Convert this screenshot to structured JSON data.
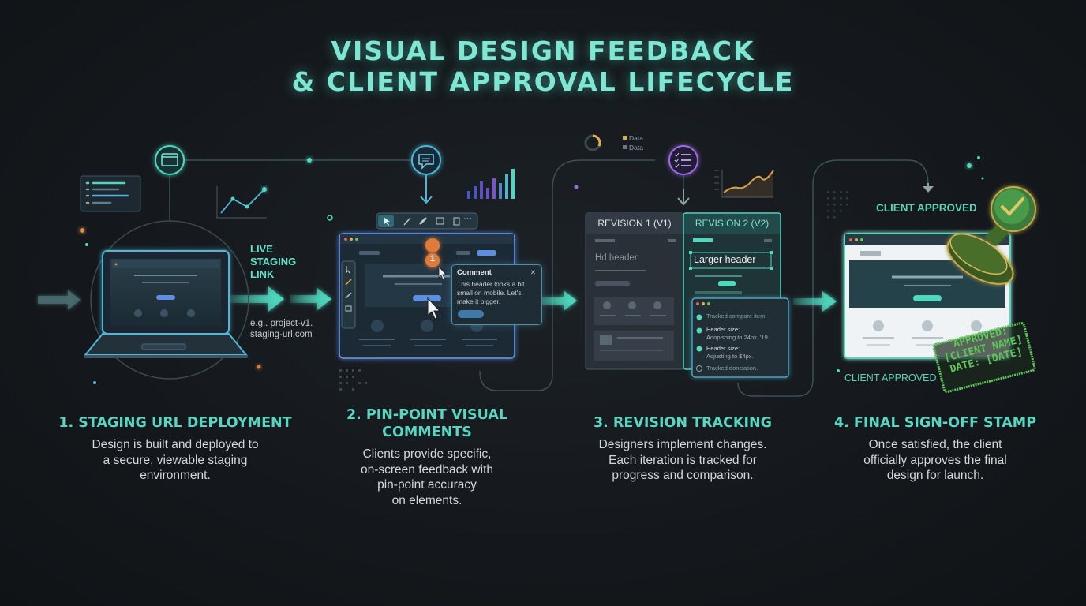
{
  "title": {
    "line1": "VISUAL DESIGN FEEDBACK",
    "line2": "& CLIENT APPROVAL LIFECYCLE"
  },
  "colors": {
    "background": "#14181c",
    "accent_teal": "#4fd8be",
    "accent_purple": "#9b6de0",
    "accent_green": "#5fc65a",
    "accent_orange": "#e07a3a"
  },
  "stage1": {
    "live_label_1": "LIVE",
    "live_label_2": "STAGING",
    "live_label_3": "LINK",
    "example_1": "e.g.. project-v1.",
    "example_2": "staging-url.com",
    "icon": "browser-icon"
  },
  "stage2": {
    "pin_number": "1",
    "comment_title": "Comment",
    "comment_close": "✕",
    "comment_line1": "This header looks a bit",
    "comment_line2": "small on mobile. Let's",
    "comment_line3": "make it bigger.",
    "toolbar_more": "···",
    "icon": "chat-bubble-icon"
  },
  "stage3": {
    "legend_1": "Data",
    "legend_2": "Data",
    "tab_v1": "REVISION 1 (V1)",
    "tab_v2": "REVISION 2 (V2)",
    "v1_header": "Hd header",
    "v2_header": "Larger header",
    "track_1": "Tracked compare item.",
    "track_2a": "Header size:",
    "track_2b": "Adopishing to 24px. '19.",
    "track_3a": "Header size:",
    "track_3b": "Adjusting to $4px.",
    "track_4": "Tracked donciation.",
    "icon": "checklist-icon"
  },
  "stage4": {
    "client_approved_top": "CLIENT APPROVED",
    "client_approved_bottom": "CLIENT APPROVED",
    "stamp_line1": "APPROVED:",
    "stamp_line2": "[CLIENT NAME]",
    "stamp_line3": "DATE: [DATE]",
    "icon": "approval-stamp-icon"
  },
  "steps": [
    {
      "title_1": "1. STAGING URL DEPLOYMENT",
      "desc": [
        "Design is built and deployed to",
        "a secure, viewable staging",
        "environment."
      ]
    },
    {
      "title_1": "2. PIN-POINT VISUAL",
      "title_2": "COMMENTS",
      "desc": [
        "Clients provide specific,",
        "on-screen feedback with",
        "pin-point accuracy",
        "on elements."
      ]
    },
    {
      "title_1": "3. REVISION TRACKING",
      "desc": [
        "Designers implement changes.",
        "Each iteration is tracked for",
        "progress and comparison."
      ]
    },
    {
      "title_1": "4. FINAL SIGN-OFF STAMP",
      "desc": [
        "Once satisfied, the client",
        "officially approves the final",
        "design for launch."
      ]
    }
  ]
}
